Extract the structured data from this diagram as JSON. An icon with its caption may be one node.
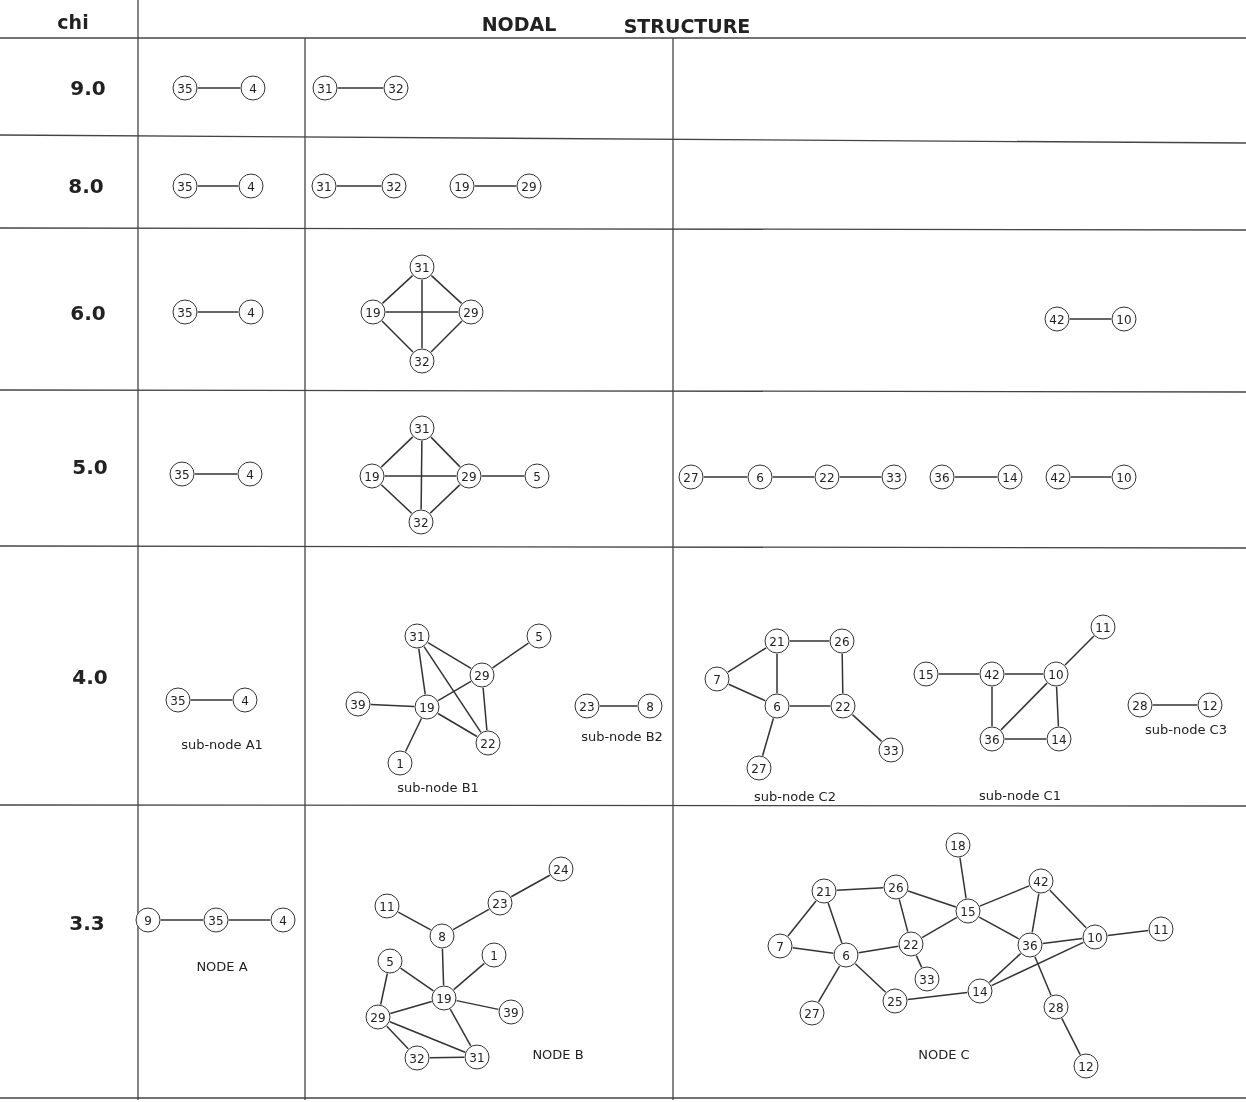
{
  "diagram": {
    "nodes": [
      {
        "text": [
          "35"
        ]
      },
      {
        "text": [
          "4"
        ]
      },
      {
        "text": [
          "31"
        ]
      },
      {
        "text": [
          "32"
        ]
      },
      {
        "text": [
          "35"
        ]
      },
      {
        "text": [
          "4"
        ]
      },
      {
        "text": [
          "31"
        ]
      },
      {
        "text": [
          "32"
        ]
      },
      {
        "text": [
          "19"
        ]
      },
      {
        "text": [
          "29"
        ]
      },
      {
        "text": [
          "35"
        ]
      },
      {
        "text": [
          "4"
        ]
      },
      {
        "text": [
          "31"
        ]
      },
      {
        "text": [
          "19"
        ]
      },
      {
        "text": [
          "29"
        ]
      },
      {
        "text": [
          "32"
        ]
      },
      {
        "text": [
          "42"
        ]
      },
      {
        "text": [
          "10"
        ]
      },
      {
        "text": [
          "35"
        ]
      },
      {
        "text": [
          "4"
        ]
      },
      {
        "text": [
          "31"
        ]
      },
      {
        "text": [
          "19"
        ]
      },
      {
        "text": [
          "29"
        ]
      },
      {
        "text": [
          "5"
        ]
      },
      {
        "text": [
          "32"
        ]
      },
      {
        "text": [
          "27"
        ]
      },
      {
        "text": [
          "6"
        ]
      },
      {
        "text": [
          "22"
        ]
      },
      {
        "text": [
          "33"
        ]
      },
      {
        "text": [
          "36"
        ]
      },
      {
        "text": [
          "14"
        ]
      },
      {
        "text": [
          "42"
        ]
      },
      {
        "text": [
          "10"
        ]
      },
      {
        "text": [
          "35"
        ]
      },
      {
        "text": [
          "4"
        ]
      },
      {
        "text": [
          "31"
        ]
      },
      {
        "text": [
          "5"
        ]
      },
      {
        "text": [
          "29"
        ]
      },
      {
        "text": [
          "39"
        ]
      },
      {
        "text": [
          "19"
        ]
      },
      {
        "text": [
          "22"
        ]
      },
      {
        "text": [
          "1"
        ]
      },
      {
        "text": [
          "23"
        ]
      },
      {
        "text": [
          "8"
        ]
      },
      {
        "text": [
          "21"
        ]
      },
      {
        "text": [
          "26"
        ]
      },
      {
        "text": [
          "7"
        ]
      },
      {
        "text": [
          "6"
        ]
      },
      {
        "text": [
          "22"
        ]
      },
      {
        "text": [
          "27"
        ]
      },
      {
        "text": [
          "33"
        ]
      },
      {
        "text": [
          "11"
        ]
      },
      {
        "text": [
          "15"
        ]
      },
      {
        "text": [
          "42"
        ]
      },
      {
        "text": [
          "10"
        ]
      },
      {
        "text": [
          "36"
        ]
      },
      {
        "text": [
          "14"
        ]
      },
      {
        "text": [
          "28"
        ]
      },
      {
        "text": [
          "12"
        ]
      },
      {
        "text": [
          "9"
        ]
      },
      {
        "text": [
          "35"
        ]
      },
      {
        "text": [
          "4"
        ]
      },
      {
        "text": [
          "24"
        ]
      },
      {
        "text": [
          "11"
        ]
      },
      {
        "text": [
          "23"
        ]
      },
      {
        "text": [
          "8"
        ]
      },
      {
        "text": [
          "5"
        ]
      },
      {
        "text": [
          "1"
        ]
      },
      {
        "text": [
          "19"
        ]
      },
      {
        "text": [
          "29"
        ]
      },
      {
        "text": [
          "39"
        ]
      },
      {
        "text": [
          "32"
        ]
      },
      {
        "text": [
          "31"
        ]
      },
      {
        "text": [
          "18"
        ]
      },
      {
        "text": [
          "21"
        ]
      },
      {
        "text": [
          "26"
        ]
      },
      {
        "text": [
          "42"
        ]
      },
      {
        "text": [
          "15"
        ]
      },
      {
        "text": [
          "7"
        ]
      },
      {
        "text": [
          "22"
        ]
      },
      {
        "text": [
          "6"
        ]
      },
      {
        "text": [
          "36"
        ]
      },
      {
        "text": [
          "10"
        ]
      },
      {
        "text": [
          "11"
        ]
      },
      {
        "text": [
          "33"
        ]
      },
      {
        "text": [
          "14"
        ]
      },
      {
        "text": [
          "25"
        ]
      },
      {
        "text": [
          "28"
        ]
      },
      {
        "text": [
          "27"
        ]
      },
      {
        "text": [
          "12"
        ]
      }
    ],
    "edges": [
      {
        "from": 0,
        "to": 1,
        "arrow": "none"
      },
      {
        "from": 2,
        "to": 3,
        "arrow": "none"
      },
      {
        "from": 4,
        "to": 5,
        "arrow": "none"
      },
      {
        "from": 6,
        "to": 7,
        "arrow": "none"
      },
      {
        "from": 8,
        "to": 9,
        "arrow": "none"
      },
      {
        "from": 10,
        "to": 11,
        "arrow": "none"
      },
      {
        "from": 12,
        "to": 13,
        "arrow": "none"
      },
      {
        "from": 12,
        "to": 14,
        "arrow": "none"
      },
      {
        "from": 12,
        "to": 15,
        "arrow": "none"
      },
      {
        "from": 13,
        "to": 14,
        "arrow": "none"
      },
      {
        "from": 13,
        "to": 15,
        "arrow": "none"
      },
      {
        "from": 14,
        "to": 15,
        "arrow": "none"
      },
      {
        "from": 16,
        "to": 17,
        "arrow": "none"
      },
      {
        "from": 18,
        "to": 19,
        "arrow": "none"
      },
      {
        "from": 20,
        "to": 21,
        "arrow": "none"
      },
      {
        "from": 20,
        "to": 22,
        "arrow": "none"
      },
      {
        "from": 20,
        "to": 24,
        "arrow": "none"
      },
      {
        "from": 21,
        "to": 22,
        "arrow": "none"
      },
      {
        "from": 21,
        "to": 24,
        "arrow": "none"
      },
      {
        "from": 22,
        "to": 24,
        "arrow": "none"
      },
      {
        "from": 22,
        "to": 23,
        "arrow": "none"
      },
      {
        "from": 25,
        "to": 26,
        "arrow": "none"
      },
      {
        "from": 26,
        "to": 27,
        "arrow": "none"
      },
      {
        "from": 27,
        "to": 28,
        "arrow": "none"
      },
      {
        "from": 29,
        "to": 30,
        "arrow": "none"
      },
      {
        "from": 31,
        "to": 32,
        "arrow": "none"
      },
      {
        "from": 33,
        "to": 34,
        "arrow": "none"
      },
      {
        "from": 35,
        "to": 37,
        "arrow": "none"
      },
      {
        "from": 35,
        "to": 39,
        "arrow": "none"
      },
      {
        "from": 35,
        "to": 40,
        "arrow": "none"
      },
      {
        "from": 36,
        "to": 37,
        "arrow": "none"
      },
      {
        "from": 37,
        "to": 39,
        "arrow": "none"
      },
      {
        "from": 37,
        "to": 40,
        "arrow": "none"
      },
      {
        "from": 38,
        "to": 39,
        "arrow": "none"
      },
      {
        "from": 39,
        "to": 40,
        "arrow": "none"
      },
      {
        "from": 39,
        "to": 41,
        "arrow": "none"
      },
      {
        "from": 42,
        "to": 43,
        "arrow": "none"
      },
      {
        "from": 44,
        "to": 45,
        "arrow": "none"
      },
      {
        "from": 44,
        "to": 46,
        "arrow": "none"
      },
      {
        "from": 44,
        "to": 47,
        "arrow": "none"
      },
      {
        "from": 46,
        "to": 47,
        "arrow": "none"
      },
      {
        "from": 45,
        "to": 48,
        "arrow": "none"
      },
      {
        "from": 47,
        "to": 48,
        "arrow": "none"
      },
      {
        "from": 47,
        "to": 49,
        "arrow": "none"
      },
      {
        "from": 48,
        "to": 50,
        "arrow": "none"
      },
      {
        "from": 51,
        "to": 54,
        "arrow": "none"
      },
      {
        "from": 52,
        "to": 53,
        "arrow": "none"
      },
      {
        "from": 53,
        "to": 54,
        "arrow": "none"
      },
      {
        "from": 53,
        "to": 55,
        "arrow": "none"
      },
      {
        "from": 54,
        "to": 55,
        "arrow": "none"
      },
      {
        "from": 54,
        "to": 56,
        "arrow": "none"
      },
      {
        "from": 55,
        "to": 56,
        "arrow": "none"
      },
      {
        "from": 57,
        "to": 58,
        "arrow": "none"
      },
      {
        "from": 59,
        "to": 60,
        "arrow": "none"
      },
      {
        "from": 60,
        "to": 61,
        "arrow": "none"
      },
      {
        "from": 62,
        "to": 64,
        "arrow": "none"
      },
      {
        "from": 63,
        "to": 65,
        "arrow": "none"
      },
      {
        "from": 64,
        "to": 65,
        "arrow": "none"
      },
      {
        "from": 65,
        "to": 68,
        "arrow": "none"
      },
      {
        "from": 66,
        "to": 68,
        "arrow": "none"
      },
      {
        "from": 66,
        "to": 69,
        "arrow": "none"
      },
      {
        "from": 67,
        "to": 68,
        "arrow": "none"
      },
      {
        "from": 68,
        "to": 69,
        "arrow": "none"
      },
      {
        "from": 68,
        "to": 70,
        "arrow": "none"
      },
      {
        "from": 68,
        "to": 72,
        "arrow": "none"
      },
      {
        "from": 69,
        "to": 71,
        "arrow": "none"
      },
      {
        "from": 69,
        "to": 72,
        "arrow": "none"
      },
      {
        "from": 71,
        "to": 72,
        "arrow": "none"
      },
      {
        "from": 73,
        "to": 77,
        "arrow": "none"
      },
      {
        "from": 74,
        "to": 75,
        "arrow": "none"
      },
      {
        "from": 74,
        "to": 78,
        "arrow": "none"
      },
      {
        "from": 74,
        "to": 80,
        "arrow": "none"
      },
      {
        "from": 75,
        "to": 77,
        "arrow": "none"
      },
      {
        "from": 75,
        "to": 79,
        "arrow": "none"
      },
      {
        "from": 76,
        "to": 77,
        "arrow": "none"
      },
      {
        "from": 76,
        "to": 81,
        "arrow": "none"
      },
      {
        "from": 76,
        "to": 82,
        "arrow": "none"
      },
      {
        "from": 77,
        "to": 79,
        "arrow": "none"
      },
      {
        "from": 77,
        "to": 81,
        "arrow": "none"
      },
      {
        "from": 78,
        "to": 80,
        "arrow": "none"
      },
      {
        "from": 79,
        "to": 80,
        "arrow": "none"
      },
      {
        "from": 79,
        "to": 84,
        "arrow": "none"
      },
      {
        "from": 80,
        "to": 88,
        "arrow": "none"
      },
      {
        "from": 80,
        "to": 86,
        "arrow": "none"
      },
      {
        "from": 86,
        "to": 85,
        "arrow": "none"
      },
      {
        "from": 85,
        "to": 81,
        "arrow": "none"
      },
      {
        "from": 85,
        "to": 82,
        "arrow": "none"
      },
      {
        "from": 81,
        "to": 82,
        "arrow": "none"
      },
      {
        "from": 82,
        "to": 83,
        "arrow": "none"
      },
      {
        "from": 81,
        "to": 87,
        "arrow": "none"
      },
      {
        "from": 87,
        "to": 89,
        "arrow": "none"
      }
    ],
    "labels": [
      "chi",
      "NODAL",
      "STRUCTURE",
      "9.0",
      "8.0",
      "6.0",
      "5.0",
      "4.0",
      "sub-node A1",
      "sub-node B1",
      "sub-node B2",
      "sub-node C2",
      "sub-node C1",
      "sub-node C3",
      "3.3",
      "NODE A",
      "NODE B",
      "NODE C"
    ]
  }
}
